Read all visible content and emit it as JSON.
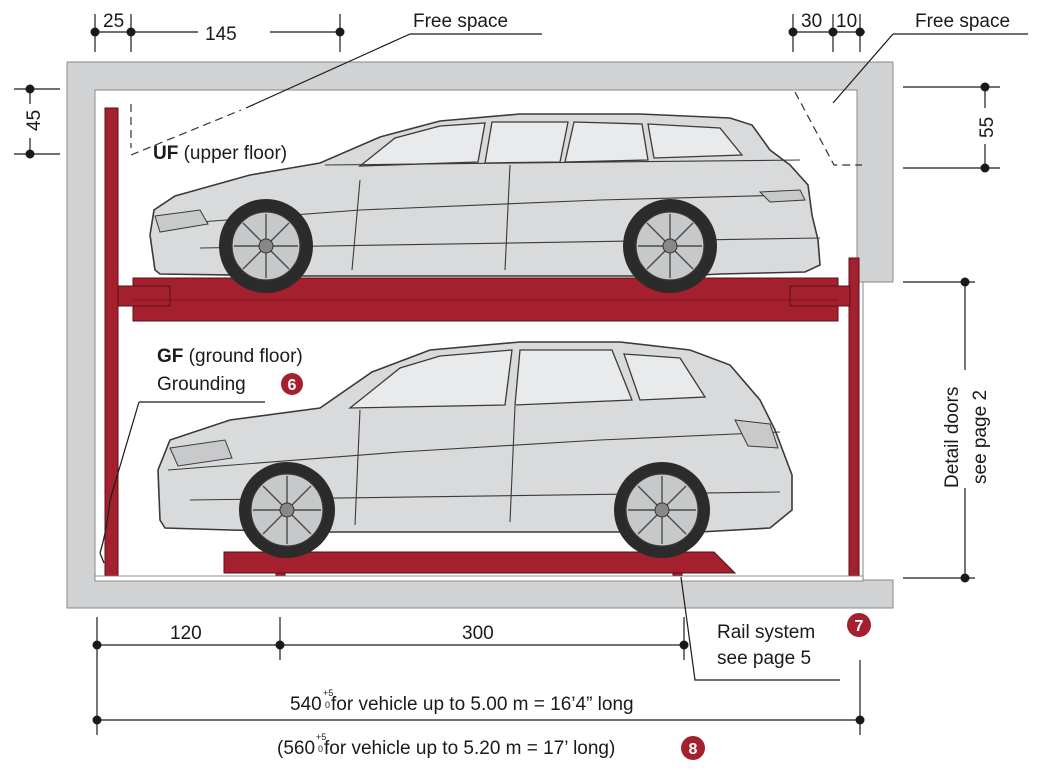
{
  "dimensions": {
    "top_left_25": "25",
    "top_145": "145",
    "top_right_30": "30",
    "top_right_10": "10",
    "left_45": "45",
    "right_55": "55",
    "bottom_120": "120",
    "bottom_300": "300"
  },
  "labels": {
    "free_space_left": "Free space",
    "free_space_right": "Free space",
    "uf_bold": "UF",
    "uf_rest": " (upper floor)",
    "gf_bold": "GF",
    "gf_rest": " (ground floor)",
    "grounding": "Grounding",
    "detail_doors_line1": "Detail doors",
    "detail_doors_line2": "see page 2",
    "rail_line1": "Rail system",
    "rail_line2": "see page 5",
    "length_main_num": "540",
    "length_main_tol_plus": "+5",
    "length_main_tol_zero": "0",
    "length_main_text": " for vehicle up to 5.00 m = 16’4” long",
    "length_alt_open": "(560",
    "length_alt_tol_plus": "+5",
    "length_alt_tol_zero": "0",
    "length_alt_text": " for vehicle up to 5.20 m = 17’ long)"
  },
  "badges": {
    "grounding": "6",
    "rail_system": "7",
    "length_alt": "8"
  },
  "colors": {
    "structure_gray": "#d1d2d3",
    "lift_red": "#a4202f",
    "car_body": "#d9dadb",
    "badge_red": "#a4202f"
  }
}
